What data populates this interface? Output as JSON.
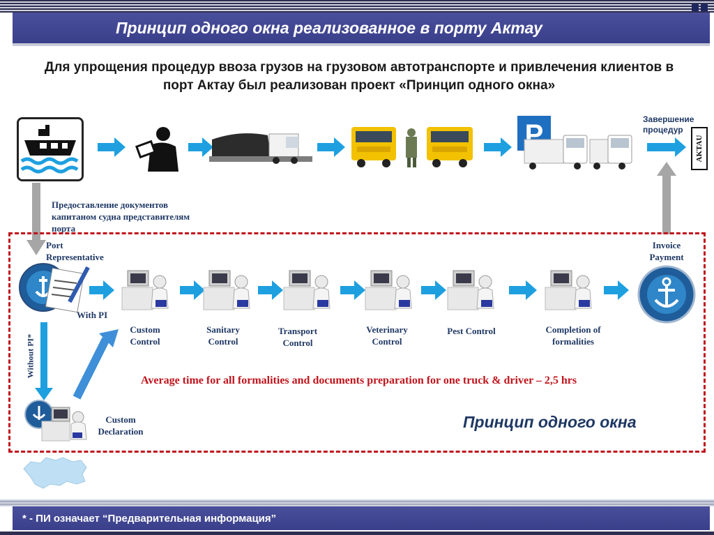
{
  "header": {
    "title": "Принцип  одного окна реализованное в порту Актау"
  },
  "subtitle": "Для упрощения процедур ввоза грузов на грузовом автотранспорте и привлечения клиентов в порт Актау был реализован проект «Принцип одного окна»",
  "top_flow": {
    "completion_label": "Завершение процедур",
    "aktau_label": "AKTAU",
    "icons": [
      "ship-icon",
      "officer-icon",
      "truck-on-ferry-icon",
      "trucks-with-person-icon",
      "parking-trucks-icon"
    ]
  },
  "documents_label": "Предоставление документов капитаном судна представителям порта",
  "flow": {
    "port_representative": "Port Representative",
    "with_pi": "With PI",
    "without_pi": "Without PI*",
    "invoice_payment": "Invoice Payment",
    "custom_declaration": "Custom Declaration",
    "steps": [
      "Custom Control",
      "Sanitary Control",
      "Transport Control",
      "Veterinary Control",
      "Pest Control",
      "Completion of formalities"
    ]
  },
  "average_time": "Average time for all formalities and documents preparation for one truck & driver – 2,5 hrs",
  "one_window_caption": "Принцип одного окна",
  "footer": {
    "note": "* -  ПИ означает “Предварительная информация”"
  },
  "colors": {
    "banner": "#3a3f8a",
    "arrow": "#1ea0e0",
    "dashed_frame": "#c0141c",
    "label_text": "#1f3864"
  }
}
